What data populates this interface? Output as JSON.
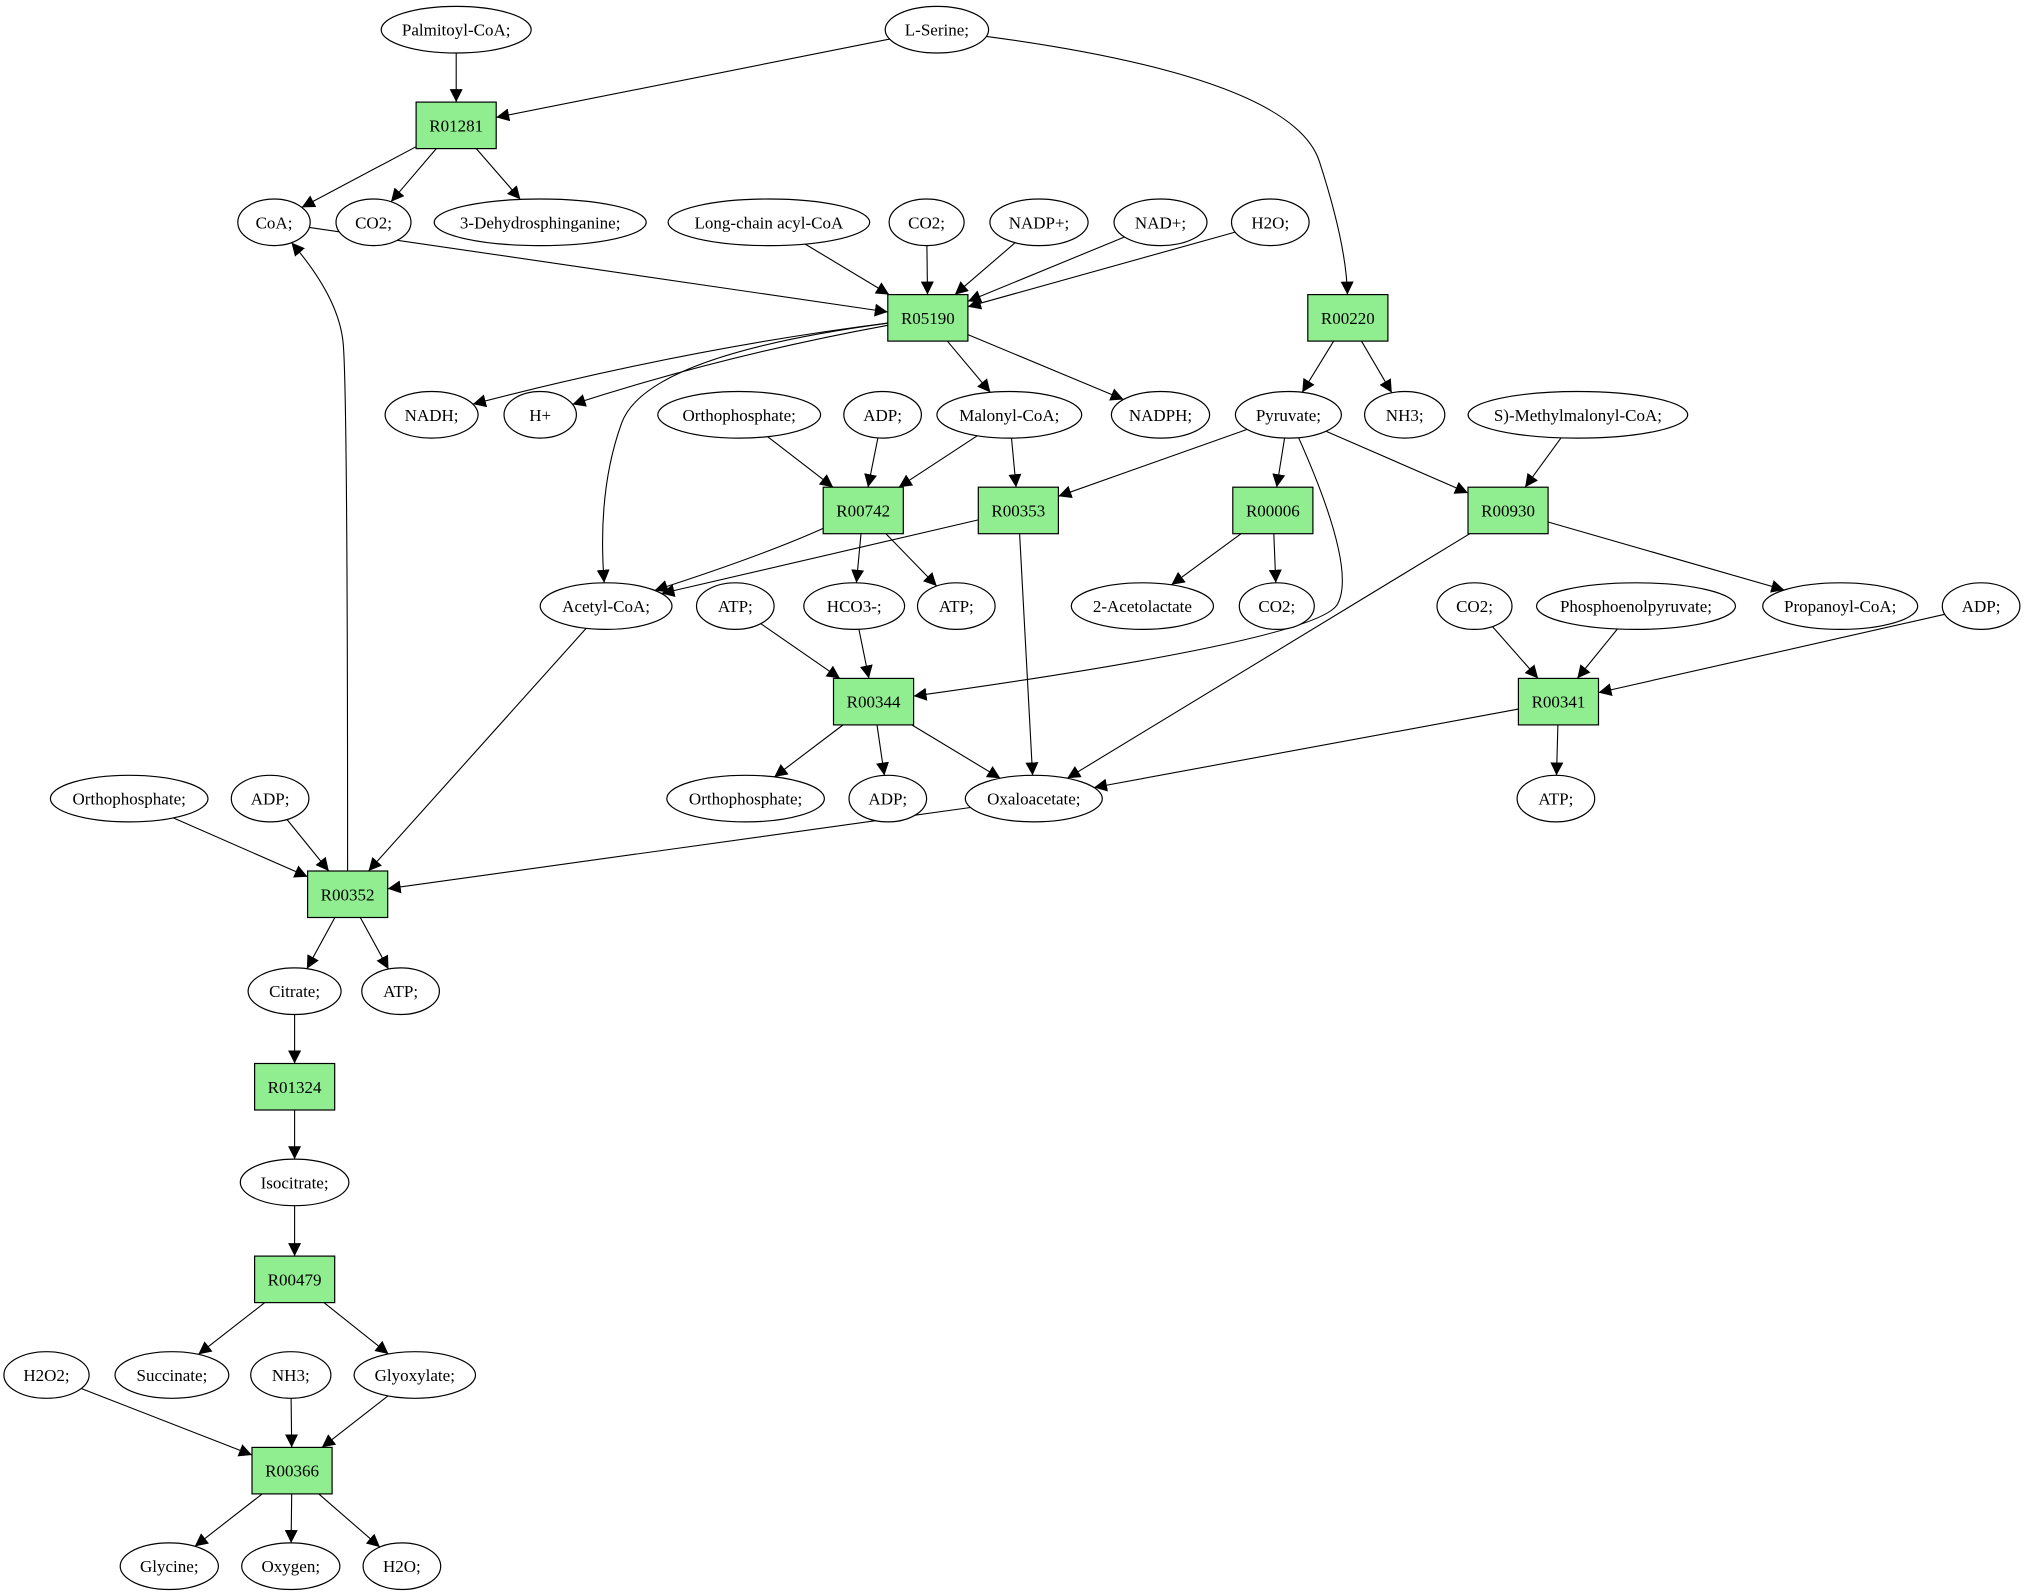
{
  "colors": {
    "reaction_fill": "#90ee90",
    "compound_fill": "#ffffff",
    "source_fill": "#00ee00",
    "target_fill": "#ffff00",
    "stroke": "#000000"
  },
  "nodes": {
    "palmitoyl_coa": {
      "label": "Palmitoyl-CoA;",
      "kind": "compound"
    },
    "l_serine": {
      "label": "L-Serine;",
      "kind": "source"
    },
    "r01281": {
      "label": "R01281",
      "kind": "reaction"
    },
    "coa": {
      "label": "CoA;",
      "kind": "compound"
    },
    "co2_a": {
      "label": "CO2;",
      "kind": "compound"
    },
    "dehydrosphinganine": {
      "label": "3-Dehydrosphinganine;",
      "kind": "compound"
    },
    "long_chain_acyl_coa": {
      "label": "Long-chain acyl-CoA",
      "kind": "compound"
    },
    "co2_b": {
      "label": "CO2;",
      "kind": "compound"
    },
    "nadp": {
      "label": "NADP+;",
      "kind": "compound"
    },
    "nad": {
      "label": "NAD+;",
      "kind": "compound"
    },
    "h2o_a": {
      "label": "H2O;",
      "kind": "compound"
    },
    "r05190": {
      "label": "R05190",
      "kind": "reaction"
    },
    "r00220": {
      "label": "R00220",
      "kind": "reaction"
    },
    "nadh": {
      "label": "NADH;",
      "kind": "compound"
    },
    "hplus": {
      "label": "H+",
      "kind": "compound"
    },
    "orthophosphate_a": {
      "label": "Orthophosphate;",
      "kind": "compound"
    },
    "adp_a": {
      "label": "ADP;",
      "kind": "compound"
    },
    "malonyl_coa": {
      "label": "Malonyl-CoA;",
      "kind": "compound"
    },
    "nadph": {
      "label": "NADPH;",
      "kind": "compound"
    },
    "pyruvate": {
      "label": "Pyruvate;",
      "kind": "compound"
    },
    "nh3_a": {
      "label": "NH3;",
      "kind": "compound"
    },
    "methylmalonyl_coa": {
      "label": "S)-Methylmalonyl-CoA;",
      "kind": "compound"
    },
    "r00742": {
      "label": "R00742",
      "kind": "reaction"
    },
    "r00353": {
      "label": "R00353",
      "kind": "reaction"
    },
    "r00006": {
      "label": "R00006",
      "kind": "reaction"
    },
    "r00930": {
      "label": "R00930",
      "kind": "reaction"
    },
    "acetyl_coa": {
      "label": "Acetyl-CoA;",
      "kind": "compound"
    },
    "atp_a": {
      "label": "ATP;",
      "kind": "compound"
    },
    "hco3": {
      "label": "HCO3-;",
      "kind": "compound"
    },
    "atp_b": {
      "label": "ATP;",
      "kind": "compound"
    },
    "acetolactate": {
      "label": "2-Acetolactate",
      "kind": "compound"
    },
    "co2_c": {
      "label": "CO2;",
      "kind": "compound"
    },
    "co2_d": {
      "label": "CO2;",
      "kind": "compound"
    },
    "pep": {
      "label": "Phosphoenolpyruvate;",
      "kind": "compound"
    },
    "propanoyl_coa": {
      "label": "Propanoyl-CoA;",
      "kind": "compound"
    },
    "adp_b": {
      "label": "ADP;",
      "kind": "compound"
    },
    "r00344": {
      "label": "R00344",
      "kind": "reaction"
    },
    "r00341": {
      "label": "R00341",
      "kind": "reaction"
    },
    "orthophosphate_b": {
      "label": "Orthophosphate;",
      "kind": "compound"
    },
    "adp_c": {
      "label": "ADP;",
      "kind": "compound"
    },
    "orthophosphate_c": {
      "label": "Orthophosphate;",
      "kind": "compound"
    },
    "adp_d": {
      "label": "ADP;",
      "kind": "compound"
    },
    "oxaloacetate": {
      "label": "Oxaloacetate;",
      "kind": "compound"
    },
    "atp_c": {
      "label": "ATP;",
      "kind": "compound"
    },
    "r00352": {
      "label": "R00352",
      "kind": "reaction"
    },
    "citrate": {
      "label": "Citrate;",
      "kind": "compound"
    },
    "atp_d": {
      "label": "ATP;",
      "kind": "compound"
    },
    "r01324": {
      "label": "R01324",
      "kind": "reaction"
    },
    "isocitrate": {
      "label": "Isocitrate;",
      "kind": "compound"
    },
    "r00479": {
      "label": "R00479",
      "kind": "reaction"
    },
    "h2o2": {
      "label": "H2O2;",
      "kind": "compound"
    },
    "succinate": {
      "label": "Succinate;",
      "kind": "compound"
    },
    "nh3_b": {
      "label": "NH3;",
      "kind": "compound"
    },
    "glyoxylate": {
      "label": "Glyoxylate;",
      "kind": "compound"
    },
    "r00366": {
      "label": "R00366",
      "kind": "reaction"
    },
    "glycine": {
      "label": "Glycine;",
      "kind": "target"
    },
    "oxygen": {
      "label": "Oxygen;",
      "kind": "compound"
    },
    "h2o_b": {
      "label": "H2O;",
      "kind": "compound"
    }
  },
  "edges": [
    [
      "palmitoyl_coa",
      "r01281"
    ],
    [
      "l_serine",
      "r01281"
    ],
    [
      "l_serine",
      "r00220"
    ],
    [
      "r01281",
      "coa"
    ],
    [
      "r01281",
      "co2_a"
    ],
    [
      "r01281",
      "dehydrosphinganine"
    ],
    [
      "coa",
      "r05190"
    ],
    [
      "long_chain_acyl_coa",
      "r05190"
    ],
    [
      "co2_b",
      "r05190"
    ],
    [
      "nadp",
      "r05190"
    ],
    [
      "nad",
      "r05190"
    ],
    [
      "h2o_a",
      "r05190"
    ],
    [
      "r05190",
      "nadh"
    ],
    [
      "r05190",
      "hplus"
    ],
    [
      "r05190",
      "acetyl_coa"
    ],
    [
      "r05190",
      "malonyl_coa"
    ],
    [
      "r05190",
      "nadph"
    ],
    [
      "r00220",
      "pyruvate"
    ],
    [
      "r00220",
      "nh3_a"
    ],
    [
      "orthophosphate_a",
      "r00742"
    ],
    [
      "adp_a",
      "r00742"
    ],
    [
      "malonyl_coa",
      "r00742"
    ],
    [
      "malonyl_coa",
      "r00353"
    ],
    [
      "pyruvate",
      "r00353"
    ],
    [
      "pyruvate",
      "r00006"
    ],
    [
      "pyruvate",
      "r00930"
    ],
    [
      "pyruvate",
      "r00344"
    ],
    [
      "methylmalonyl_coa",
      "r00930"
    ],
    [
      "r00742",
      "acetyl_coa"
    ],
    [
      "r00742",
      "hco3"
    ],
    [
      "r00742",
      "atp_b"
    ],
    [
      "r00353",
      "acetyl_coa"
    ],
    [
      "r00353",
      "oxaloacetate"
    ],
    [
      "r00006",
      "acetolactate"
    ],
    [
      "r00006",
      "co2_c"
    ],
    [
      "r00930",
      "propanoyl_coa"
    ],
    [
      "r00930",
      "oxaloacetate"
    ],
    [
      "atp_a",
      "r00344"
    ],
    [
      "hco3",
      "r00344"
    ],
    [
      "r00344",
      "orthophosphate_b"
    ],
    [
      "r00344",
      "adp_c"
    ],
    [
      "r00344",
      "oxaloacetate"
    ],
    [
      "co2_d",
      "r00341"
    ],
    [
      "pep",
      "r00341"
    ],
    [
      "adp_b",
      "r00341"
    ],
    [
      "r00341",
      "oxaloacetate"
    ],
    [
      "r00341",
      "atp_c"
    ],
    [
      "acetyl_coa",
      "r00352"
    ],
    [
      "orthophosphate_c",
      "r00352"
    ],
    [
      "adp_d",
      "r00352"
    ],
    [
      "oxaloacetate",
      "r00352"
    ],
    [
      "r00352",
      "coa"
    ],
    [
      "r00352",
      "citrate"
    ],
    [
      "r00352",
      "atp_d"
    ],
    [
      "citrate",
      "r01324"
    ],
    [
      "r01324",
      "isocitrate"
    ],
    [
      "isocitrate",
      "r00479"
    ],
    [
      "r00479",
      "succinate"
    ],
    [
      "r00479",
      "glyoxylate"
    ],
    [
      "h2o2",
      "r00366"
    ],
    [
      "nh3_b",
      "r00366"
    ],
    [
      "glyoxylate",
      "r00366"
    ],
    [
      "r00366",
      "glycine"
    ],
    [
      "r00366",
      "oxygen"
    ],
    [
      "r00366",
      "h2o_b"
    ]
  ]
}
